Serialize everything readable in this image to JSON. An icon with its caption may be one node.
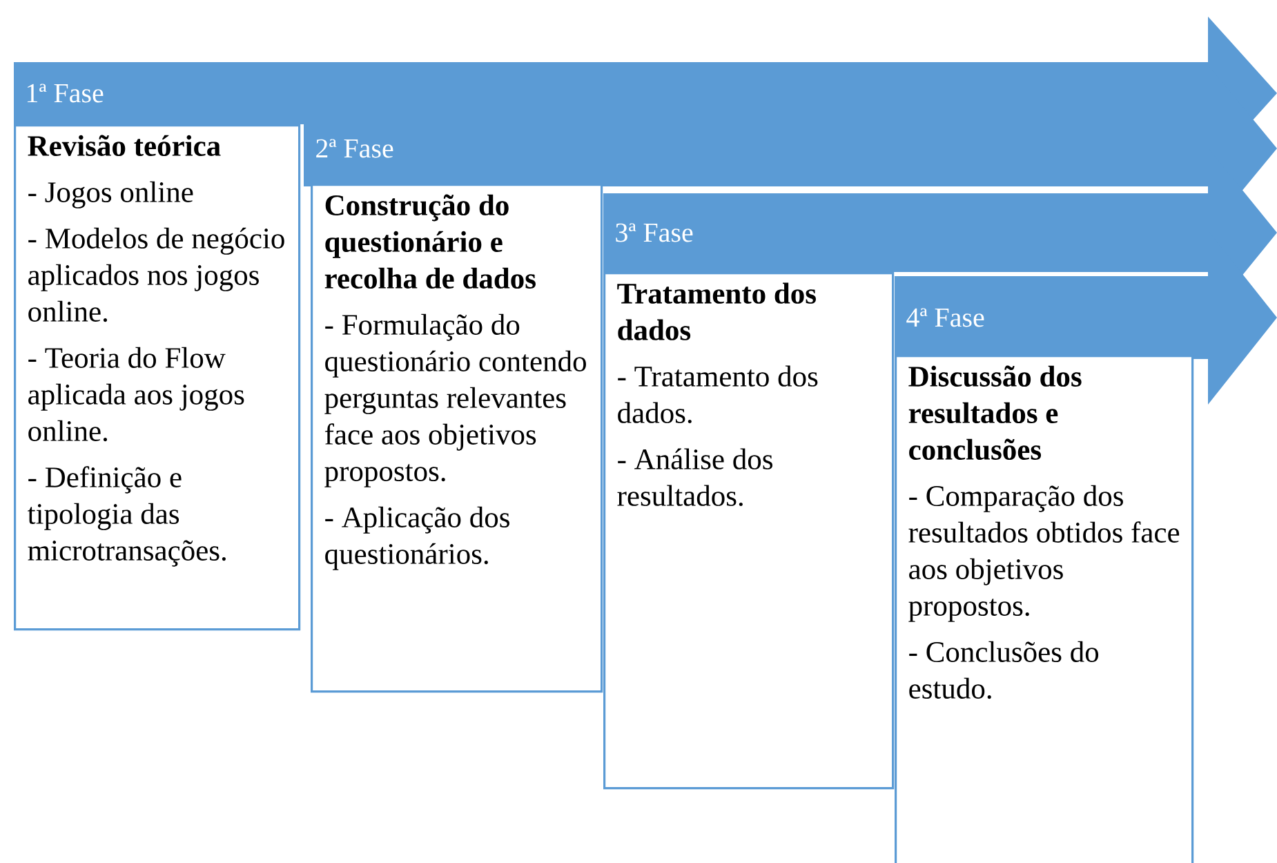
{
  "diagram": {
    "nodes": [
      {
        "text": [
          "1ª Fase"
        ]
      },
      {
        "text": [
          "Revisão teórica",
          "- Jogos online",
          "- Modelos de negócio aplicados nos jogos online.",
          "- Teoria do Flow aplicada aos jogos online.",
          "- Definição e tipologia das microtransações."
        ]
      },
      {
        "text": [
          "2ª Fase"
        ]
      },
      {
        "text": [
          "Construção do questionário e recolha de dados",
          "- Formulação do questionário contendo perguntas relevantes face aos objetivos propostos.",
          "- Aplicação dos questionários."
        ]
      },
      {
        "text": [
          "3ª Fase"
        ]
      },
      {
        "text": [
          "Tratamento dos dados",
          "- Tratamento dos dados.",
          "- Análise dos resultados."
        ]
      },
      {
        "text": [
          "4ª Fase"
        ]
      },
      {
        "text": [
          "Discussão dos resultados e conclusões",
          "- Comparação dos resultados obtidos face aos objetivos propostos.",
          "- Conclusões do estudo."
        ]
      }
    ]
  }
}
